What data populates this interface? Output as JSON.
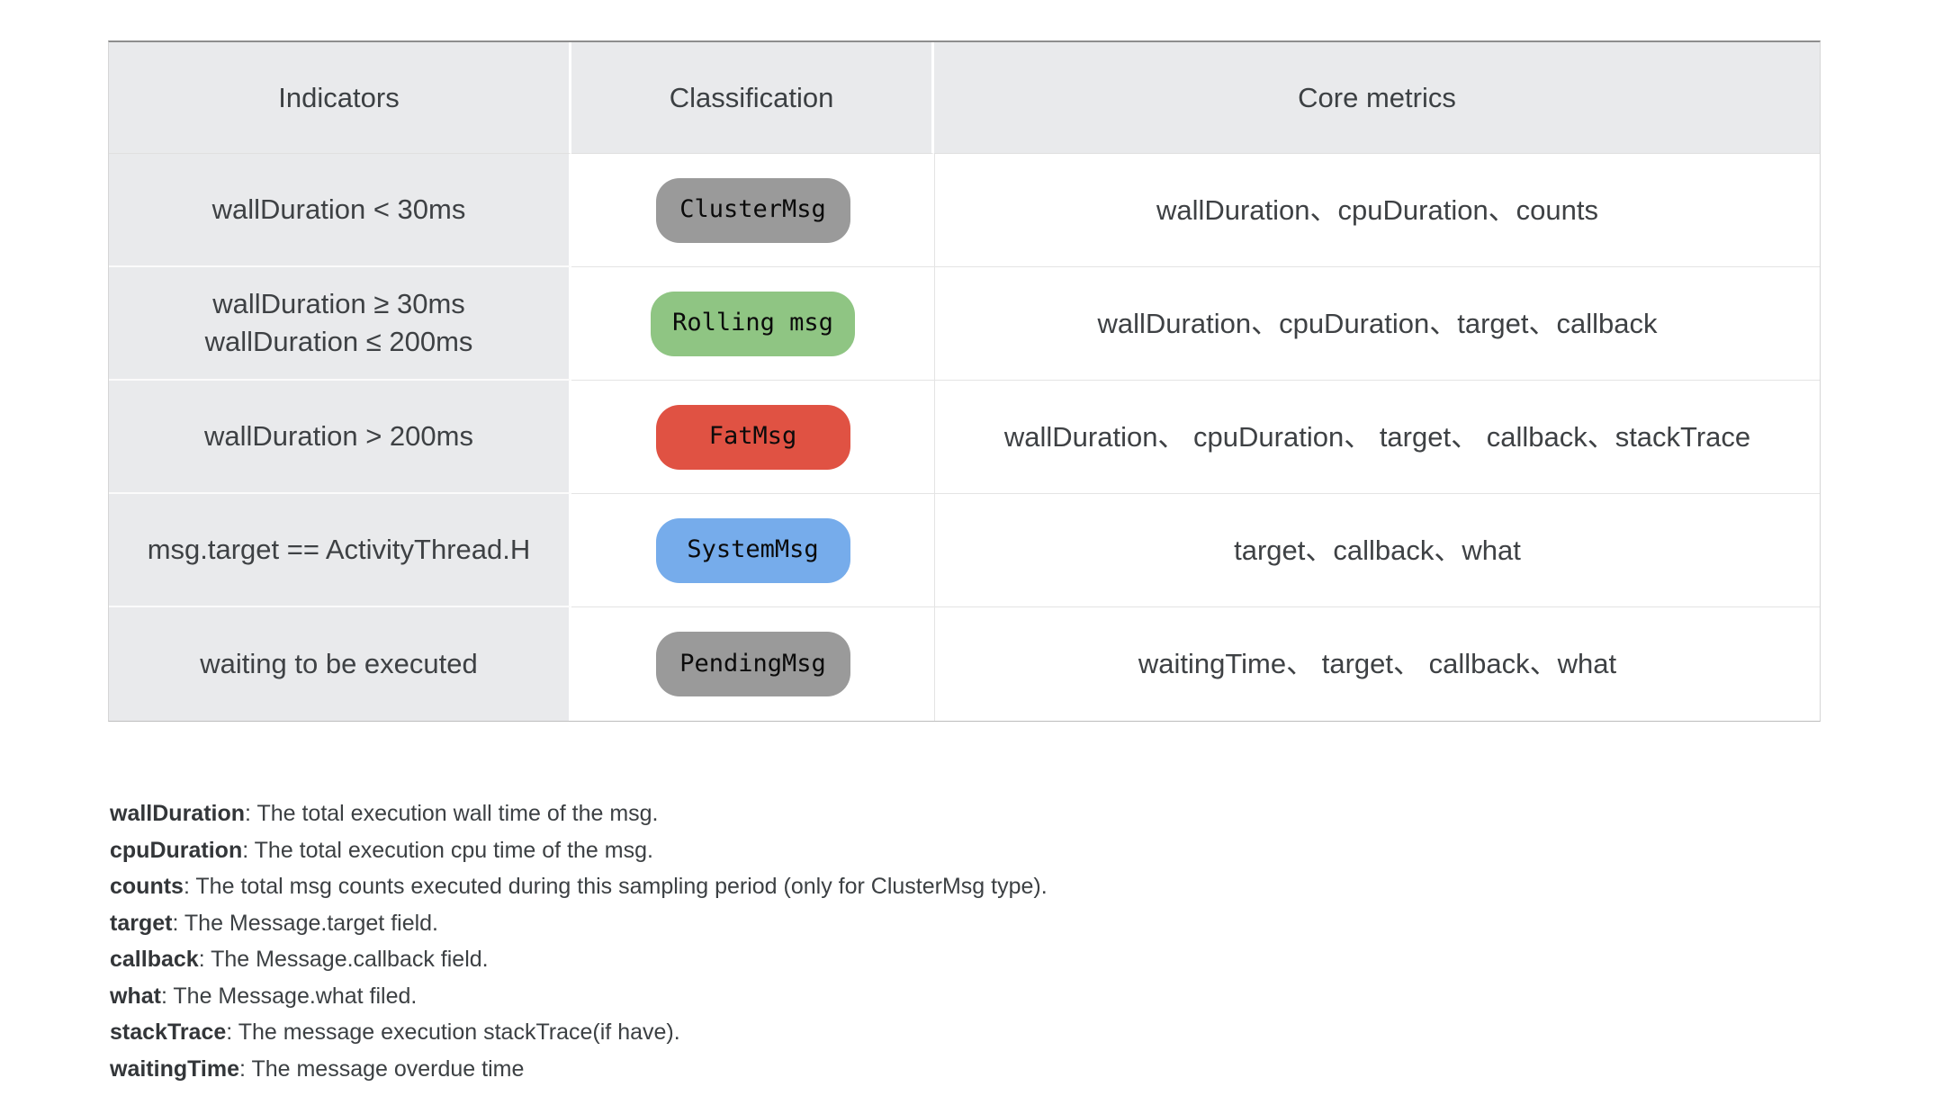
{
  "table": {
    "headers": [
      "Indicators",
      "Classification",
      "Core metrics"
    ],
    "rows": [
      {
        "indicator": "wallDuration < 30ms",
        "badge": {
          "label": "ClusterMsg",
          "color": "#9a9a9a"
        },
        "metrics": "wallDuration、cpuDuration、counts"
      },
      {
        "indicator": "wallDuration ≥  30ms",
        "indicator2": "wallDuration ≤ 200ms",
        "badge": {
          "label": "Rolling msg",
          "color": "#8fc583"
        },
        "metrics": "wallDuration、cpuDuration、target、callback"
      },
      {
        "indicator": "wallDuration > 200ms",
        "badge": {
          "label": "FatMsg",
          "color": "#e05243"
        },
        "metrics": "wallDuration、 cpuDuration、 target、 callback、stackTrace"
      },
      {
        "indicator": "msg.target == ActivityThread.H",
        "badge": {
          "label": "SystemMsg",
          "color": "#76aceb"
        },
        "metrics": "target、callback、what"
      },
      {
        "indicator": "waiting to be executed",
        "badge": {
          "label": "PendingMsg",
          "color": "#9a9a9a"
        },
        "metrics": "waitingTime、 target、 callback、what"
      }
    ]
  },
  "notes": [
    {
      "term": "wallDuration",
      "definition": ": The total execution wall time of the msg."
    },
    {
      "term": "cpuDuration",
      "definition": ": The total execution cpu time of the msg."
    },
    {
      "term": "counts",
      "definition": ": The total msg counts executed during this sampling period (only for ClusterMsg type)."
    },
    {
      "term": "target",
      "definition": ": The Message.target field."
    },
    {
      "term": "callback",
      "definition": ": The Message.callback field."
    },
    {
      "term": "what",
      "definition": ": The Message.what filed."
    },
    {
      "term": "stackTrace",
      "definition": ": The message execution stackTrace(if have)."
    },
    {
      "term": "waitingTime",
      "definition": ": The message overdue time"
    }
  ],
  "colors": {
    "header_bg": "#e9eaec",
    "row_label_bg": "#e9eaec",
    "badge_gray": "#9a9a9a",
    "badge_green": "#8fc583",
    "badge_red": "#e05243",
    "badge_blue": "#76aceb"
  }
}
